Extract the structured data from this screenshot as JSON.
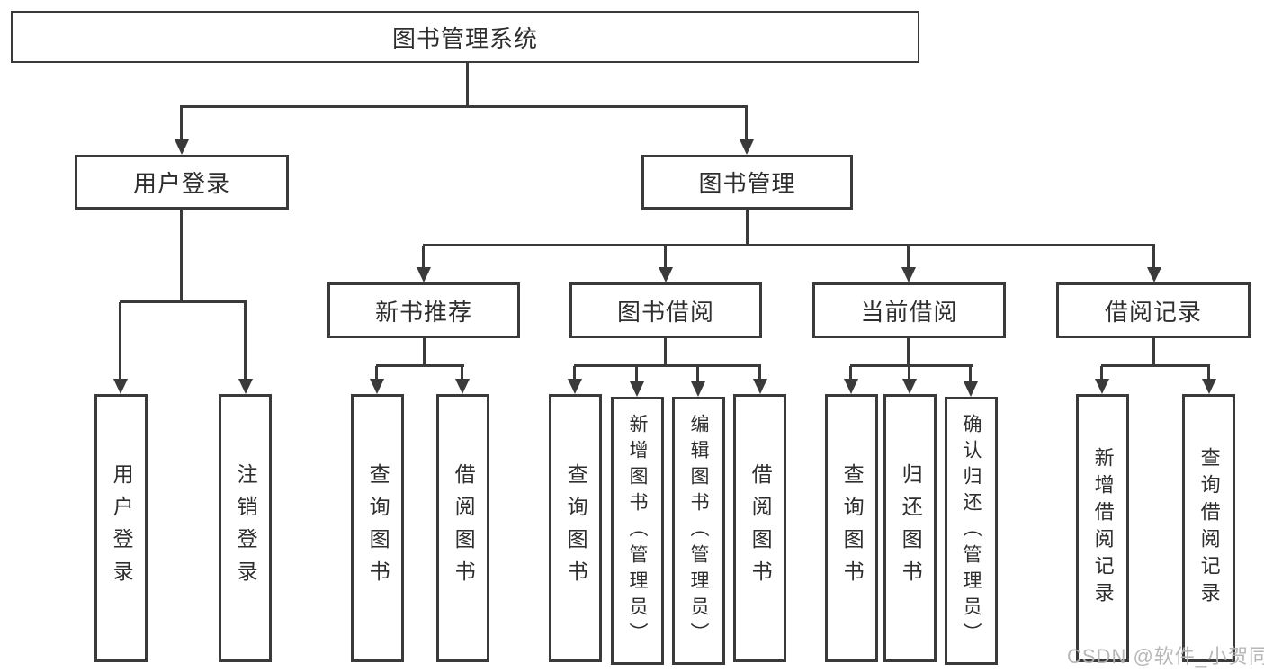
{
  "diagram": {
    "type": "tree",
    "root": {
      "label": "图书管理系统"
    },
    "level2": [
      {
        "label": "用户登录",
        "parent": "图书管理系统"
      },
      {
        "label": "图书管理",
        "parent": "图书管理系统"
      }
    ],
    "level3": [
      {
        "label": "新书推荐",
        "parent": "图书管理"
      },
      {
        "label": "图书借阅",
        "parent": "图书管理"
      },
      {
        "label": "当前借阅",
        "parent": "图书管理"
      },
      {
        "label": "借阅记录",
        "parent": "图书管理"
      }
    ],
    "leaves": [
      {
        "label": "用户登录",
        "parent": "用户登录"
      },
      {
        "label": "注销登录",
        "parent": "用户登录"
      },
      {
        "label": "查询图书",
        "parent": "新书推荐"
      },
      {
        "label": "借阅图书",
        "parent": "新书推荐"
      },
      {
        "label": "查询图书",
        "parent": "图书借阅"
      },
      {
        "label": "新增图书（管理员）",
        "parent": "图书借阅"
      },
      {
        "label": "编辑图书（管理员）",
        "parent": "图书借阅"
      },
      {
        "label": "借阅图书",
        "parent": "图书借阅"
      },
      {
        "label": "查询图书",
        "parent": "当前借阅"
      },
      {
        "label": "归还图书",
        "parent": "当前借阅"
      },
      {
        "label": "确认归还（管理员）",
        "parent": "当前借阅"
      },
      {
        "label": "新增借阅记录",
        "parent": "借阅记录"
      },
      {
        "label": "查询借阅记录",
        "parent": "借阅记录"
      }
    ],
    "watermark": "CSDN @软件_小贺同学",
    "colors": {
      "line": "#3a3a3a",
      "text": "#2e2e2e",
      "box-fill": "#ffffff",
      "bg": "#ffffff",
      "watermark": "#b4b4b6"
    }
  }
}
